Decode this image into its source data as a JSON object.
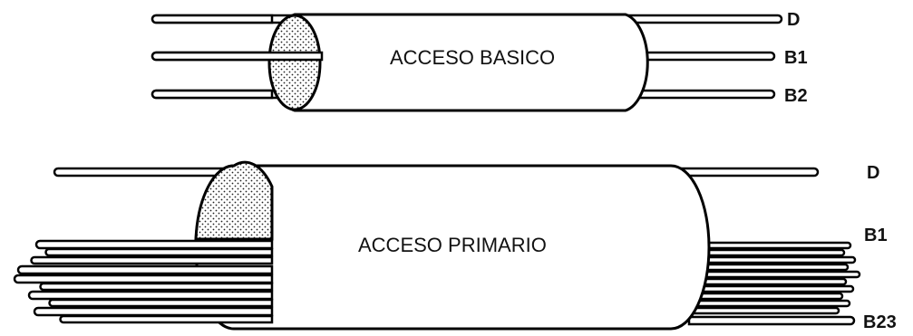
{
  "diagram": {
    "basic_access": {
      "label": "ACCESO BASICO",
      "channels": [
        "D",
        "B1",
        "B2"
      ]
    },
    "primary_access": {
      "label": "ACCESO PRIMARIO",
      "channels": [
        "D",
        "B1",
        "B23"
      ]
    }
  }
}
